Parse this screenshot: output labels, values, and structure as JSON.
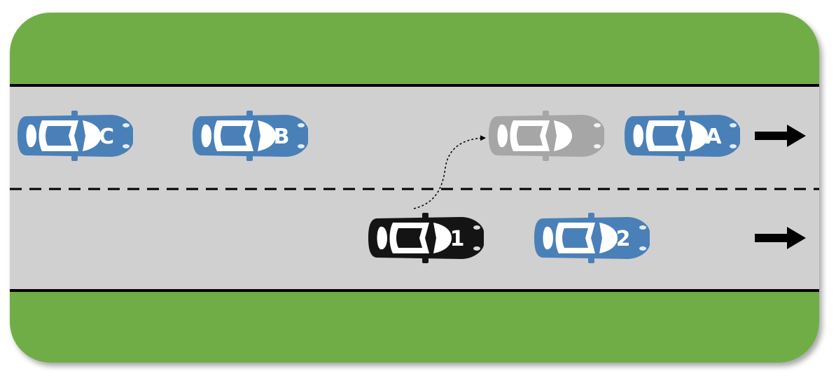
{
  "scene": {
    "type": "lane-change-diagram",
    "colors": {
      "grass": "#70ad47",
      "road": "#d0d0d0",
      "road_edge": "#000000",
      "lane_divider": "#000000",
      "car_blue": "#4a80b8",
      "car_ego": "#141414",
      "car_ghost": "#a6a6a6",
      "car_glass": "#ffffff",
      "arrow": "#000000"
    },
    "lanes": [
      "upper",
      "lower"
    ],
    "traffic_direction": "right",
    "cars": [
      {
        "id": "C",
        "label": "C",
        "lane": "upper",
        "role": "vehicle",
        "color": "blue"
      },
      {
        "id": "B",
        "label": "B",
        "lane": "upper",
        "role": "vehicle",
        "color": "blue"
      },
      {
        "id": "ghost",
        "label": "",
        "lane": "upper",
        "role": "target-position",
        "color": "gray"
      },
      {
        "id": "A",
        "label": "A",
        "lane": "upper",
        "role": "vehicle",
        "color": "blue"
      },
      {
        "id": "1",
        "label": "1",
        "lane": "lower",
        "role": "ego-vehicle",
        "color": "black"
      },
      {
        "id": "2",
        "label": "2",
        "lane": "lower",
        "role": "vehicle",
        "color": "blue"
      }
    ],
    "lane_change": {
      "from": "1",
      "to": "ghost",
      "style": "dotted-curved-arrow"
    },
    "direction_arrows": [
      {
        "lane": "upper",
        "icon": "right-arrow-icon"
      },
      {
        "lane": "lower",
        "icon": "right-arrow-icon"
      }
    ]
  }
}
